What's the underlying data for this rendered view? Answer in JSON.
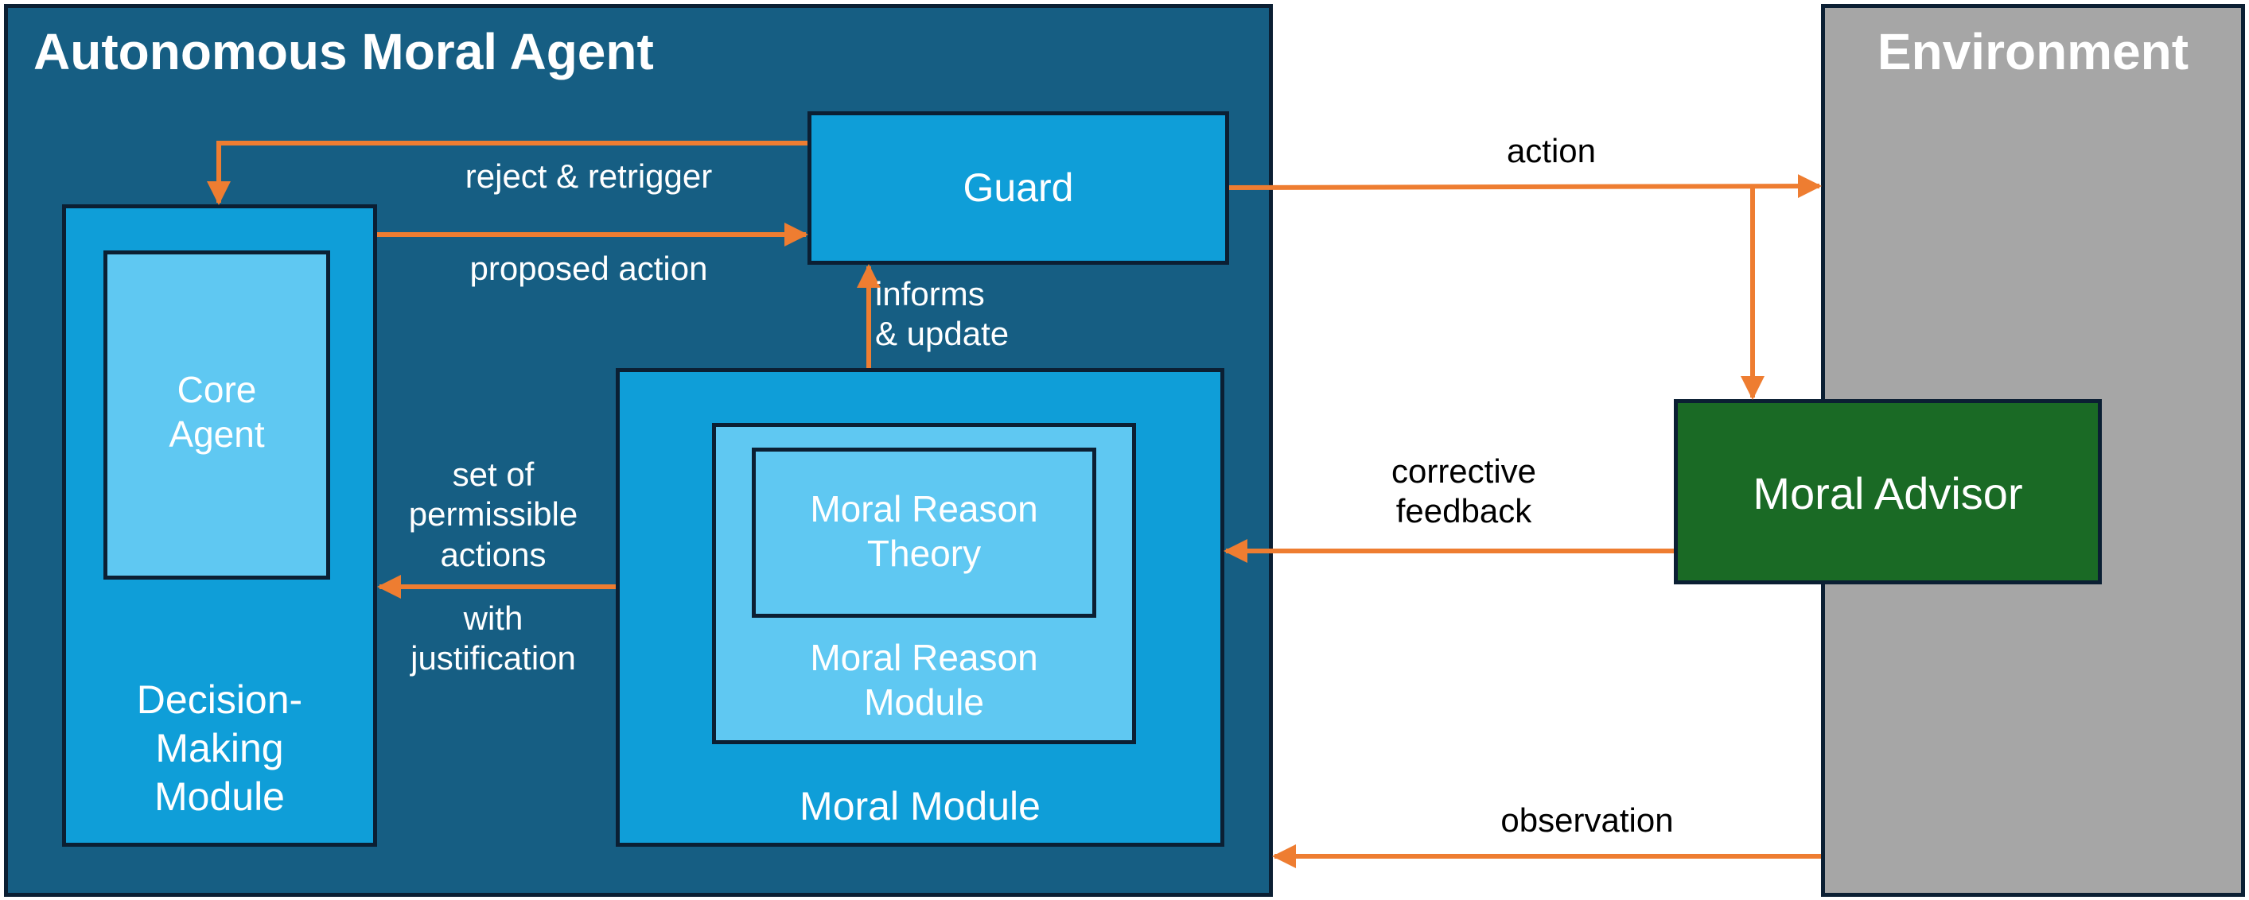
{
  "colors": {
    "agent_bg": "#165e83",
    "module_bg": "#0f9ed8",
    "inner_bg": "#5fc8f2",
    "advisor_bg": "#1a6a25",
    "environment_bg": "#a6a6a6",
    "arrow": "#ee7d31",
    "border": "#0b1f33"
  },
  "agent": {
    "title": "Autonomous Moral Agent"
  },
  "environment": {
    "title": "Environment"
  },
  "guard": {
    "label": "Guard"
  },
  "decision_module": {
    "label": "Decision-\nMaking\nModule"
  },
  "core_agent": {
    "label": "Core\nAgent"
  },
  "moral_module": {
    "label": "Moral Module"
  },
  "moral_reason_module": {
    "label": "Moral Reason\nModule"
  },
  "moral_reason_theory": {
    "label": "Moral Reason\nTheory"
  },
  "moral_advisor": {
    "label": "Moral Advisor"
  },
  "edges": {
    "reject": "reject & retrigger",
    "proposed": "proposed action",
    "informs": "informs\n& update",
    "permissible_top": "set of\npermissible\nactions",
    "permissible_bottom": "with\njustification",
    "action": "action",
    "corrective": "corrective\nfeedback",
    "observation": "observation"
  }
}
